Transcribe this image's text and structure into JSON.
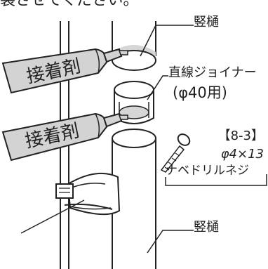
{
  "header": {
    "top_text": "装させてください。"
  },
  "labels": {
    "drainpipe_top": "竪樋",
    "joiner_line1": "直線ジョイナー",
    "joiner_line2": "(φ40用)",
    "screw_code": "【8-3】",
    "screw_size": "φ4×13",
    "screw_name": "ナベドリルネジ",
    "drainpipe_bottom": "竪樋",
    "adhesive_1": "接着剤",
    "adhesive_2": "接着剤"
  },
  "colors": {
    "line": "#222222",
    "tube_fill": "#d9d9d9",
    "background": "#ffffff"
  }
}
